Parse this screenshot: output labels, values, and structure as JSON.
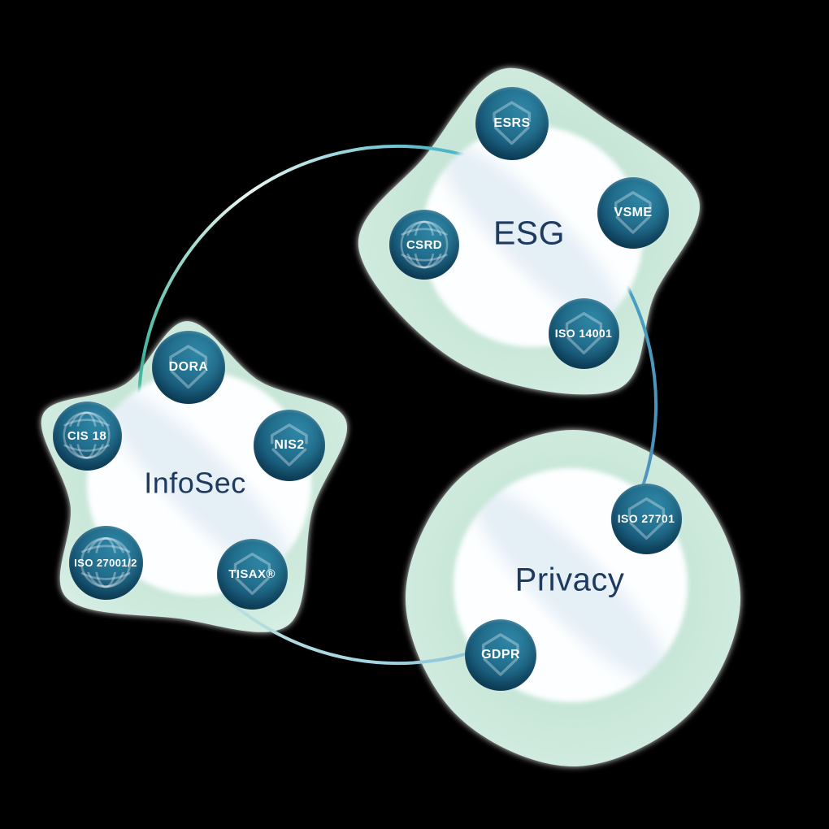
{
  "diagram": {
    "description": "Three compliance domains connected by a ring",
    "background": "#000000"
  },
  "colors": {
    "mint_blob": "#c7e6d8",
    "white_circle": "#fcfeff",
    "badge_teal_dark": "#0f425c",
    "badge_teal": "#1f6588",
    "badge_teal_light": "#2e85a6",
    "label_navy": "#1e3a5e",
    "badge_text": "#ffffff",
    "ring_green": "#3fb29b",
    "ring_blue": "#4a90ba",
    "ring_light_blue": "#a7d7e3"
  },
  "clusters": [
    {
      "id": "esg",
      "label": "ESG",
      "badges": [
        {
          "label": "ESRS",
          "icon": "shield-icon"
        },
        {
          "label": "VSME",
          "icon": "shield-icon"
        },
        {
          "label": "CSRD",
          "icon": "globe-icon"
        },
        {
          "label": "ISO 14001",
          "icon": "shield-icon"
        }
      ]
    },
    {
      "id": "infosec",
      "label": "InfoSec",
      "badges": [
        {
          "label": "DORA",
          "icon": "shield-icon"
        },
        {
          "label": "CIS 18",
          "icon": "globe-icon"
        },
        {
          "label": "NIS2",
          "icon": "shield-icon"
        },
        {
          "label": "ISO 27001/2",
          "icon": "globe-icon"
        },
        {
          "label": "TISAX®",
          "icon": "shield-icon"
        }
      ]
    },
    {
      "id": "privacy",
      "label": "Privacy",
      "badges": [
        {
          "label": "ISO 27701",
          "icon": "shield-icon"
        },
        {
          "label": "GDPR",
          "icon": "shield-icon"
        }
      ]
    }
  ]
}
